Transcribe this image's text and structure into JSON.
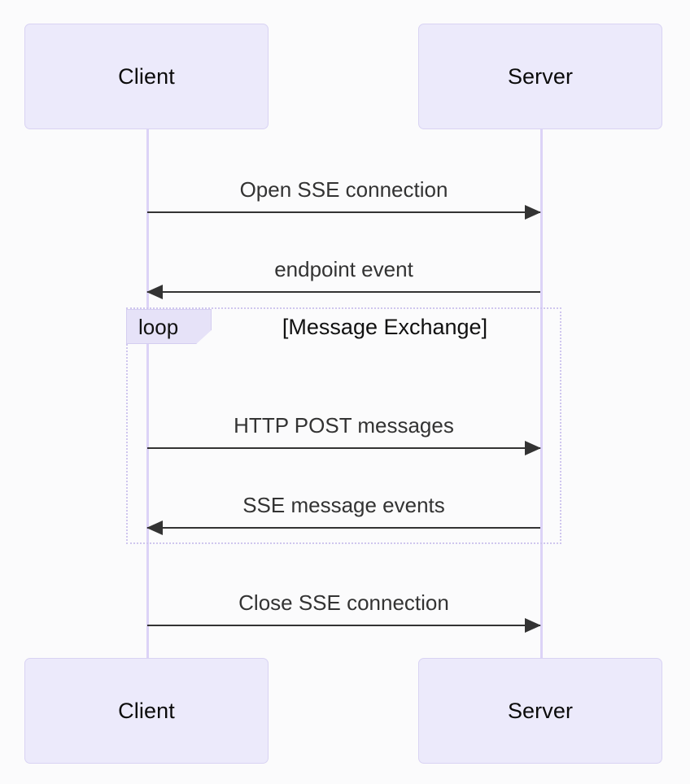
{
  "diagram": {
    "type": "sequence-diagram",
    "title": "",
    "background_color": "#fbfbfc",
    "participant_fill": "#ECEAFB",
    "participant_border": "#D9D3F3",
    "lifeline_color": "#DCD3F7",
    "arrow_color": "#333333",
    "loop_border_color": "#CFC6EE",
    "loop_tag_fill": "#E6E2F8"
  },
  "participants": [
    {
      "id": "client",
      "label": "Client"
    },
    {
      "id": "server",
      "label": "Server"
    }
  ],
  "participants_bottom": [
    {
      "id": "client",
      "label": "Client"
    },
    {
      "id": "server",
      "label": "Server"
    }
  ],
  "fragment": {
    "kind_label": "loop",
    "condition_label": "[Message Exchange]"
  },
  "messages": [
    {
      "index": 0,
      "label": "Open SSE connection",
      "from": "client",
      "to": "server",
      "direction": "right"
    },
    {
      "index": 1,
      "label": "endpoint event",
      "from": "server",
      "to": "client",
      "direction": "left"
    },
    {
      "index": 2,
      "label": "HTTP POST messages",
      "from": "client",
      "to": "server",
      "direction": "right"
    },
    {
      "index": 3,
      "label": "SSE message events",
      "from": "server",
      "to": "client",
      "direction": "left"
    },
    {
      "index": 4,
      "label": "Close SSE connection",
      "from": "client",
      "to": "server",
      "direction": "right"
    }
  ]
}
